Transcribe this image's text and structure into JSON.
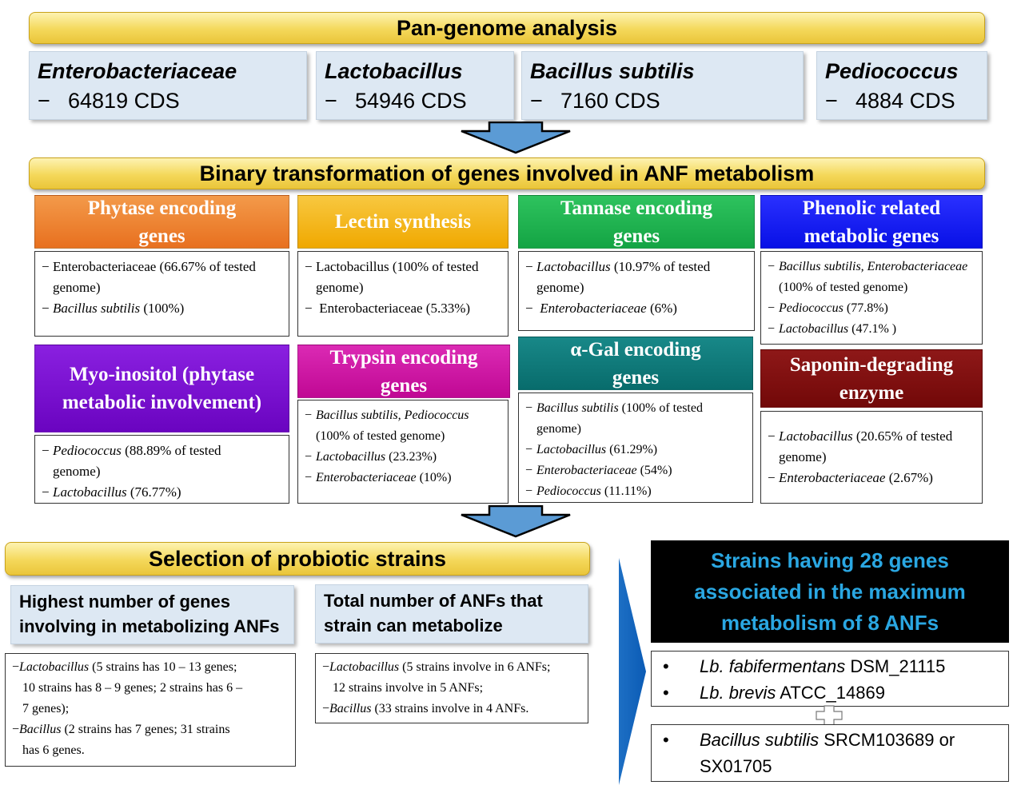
{
  "banners": {
    "pan": "Pan-genome analysis",
    "binary": "Binary transformation of genes involved in ANF metabolism",
    "selection": "Selection of probiotic strains"
  },
  "organisms": [
    {
      "name": "Enterobacteriaceae",
      "dash": "−",
      "cds": "64819 CDS"
    },
    {
      "name": "Lactobacillus",
      "dash": "−",
      "cds": "54946 CDS"
    },
    {
      "name": "Bacillus subtilis",
      "dash": "−",
      "cds": "7160 CDS"
    },
    {
      "name": "Pediococcus",
      "dash": "−",
      "cds": "4884 CDS"
    }
  ],
  "gene_boxes": {
    "phytase": {
      "title": "Phytase encoding genes",
      "color": "#e8701f",
      "items": [
        {
          "org": "Enterobacteriaceae",
          "rest": " (66.67% of tested",
          "cont": "genome)"
        },
        {
          "org": "Bacillus subtilis",
          "rest": " (100%)"
        }
      ]
    },
    "lectin": {
      "title": "Lectin synthesis",
      "color": "#f5b000",
      "items": [
        {
          "org": "Lactobacillus",
          "rest": " (100% of tested",
          "cont": "genome)"
        },
        {
          "org": "Enterobacteriaceae",
          "rest": " (5.33%)"
        }
      ]
    },
    "tannase": {
      "title": "Tannase encoding genes",
      "color": "#1aae4a",
      "items": [
        {
          "org": "Lactobacillus",
          "rest": " (10.97% of tested",
          "cont": "genome)"
        },
        {
          "org": "Enterobacteriaceae",
          "rest": " (6%)"
        }
      ]
    },
    "phenolic": {
      "title": "Phenolic related metabolic genes",
      "color": "#0d14f2",
      "items": [
        {
          "org": "Bacillus subtilis, Enterobacteriaceae",
          "rest": "",
          "cont": "(100% of tested genome)"
        },
        {
          "org": "Pediococcus",
          "rest": " (77.8%)"
        },
        {
          "org": "Lactobacillus",
          "rest": " (47.1% )"
        }
      ]
    },
    "myo": {
      "title": "Myo-inositol (phytase metabolic involvement)",
      "color": "#7208c8",
      "items": [
        {
          "org": "Pediococcus",
          "rest": " (88.89% of tested",
          "cont": "genome)"
        },
        {
          "org": "Lactobacillus",
          "rest": " (76.77%)"
        }
      ]
    },
    "trypsin": {
      "title": "Trypsin encoding genes",
      "color": "#c8109e",
      "items": [
        {
          "org": "Bacillus subtilis, Pediococcus",
          "rest": "",
          "cont": "(100% of tested genome)"
        },
        {
          "org": "Lactobacillus",
          "rest": " (23.23%)"
        },
        {
          "org": "Enterobacteriaceae",
          "rest": " (10%)"
        }
      ]
    },
    "agal": {
      "title": "α-Gal encoding genes",
      "color": "#0c7878",
      "items": [
        {
          "org": "Bacillus subtilis",
          "rest": " (100% of tested",
          "cont": "genome)"
        },
        {
          "org": "Lactobacillus",
          "rest": " (61.29%)"
        },
        {
          "org": "Enterobacteriaceae",
          "rest": " (54%)"
        },
        {
          "org": "Pediococcus",
          "rest": " (11.11%)"
        }
      ]
    },
    "saponin": {
      "title": "Saponin-degrading enzyme",
      "color": "#7d0e0e",
      "items": [
        {
          "org": "Lactobacillus",
          "rest": " (20.65% of tested",
          "cont": "genome)"
        },
        {
          "org": "Enterobacteriaceae",
          "rest": " (2.67%)"
        }
      ]
    }
  },
  "selection": {
    "highest": {
      "title": "Highest number of genes involving in metabolizing ANFs",
      "items": [
        {
          "org": "Lactobacillus",
          "rest": " (5 strains has 10 – 13 genes;",
          "cont": "10 strains has 8 – 9 genes; 2 strains has 6 –",
          "cont2": "7 genes);"
        },
        {
          "org": "Bacillus",
          "rest": " (2 strains has 7 genes; 31 strains",
          "cont": "has 6 genes."
        }
      ]
    },
    "total": {
      "title": "Total number of ANFs that strain can metabolize",
      "items": [
        {
          "org": "Lactobacillus",
          "rest": " (5 strains involve in 6 ANFs;",
          "cont": "12 strains involve in 5 ANFs;"
        },
        {
          "org": "Bacillus",
          "rest": " (33 strains involve in 4 ANFs."
        }
      ]
    }
  },
  "result": {
    "title": "Strains having 28 genes associated in the maximum metabolism of 8 ANFs",
    "strains1": [
      {
        "bullet": "•",
        "species": "Lb. fabifermentans",
        "strain": " DSM_21115"
      },
      {
        "bullet": "•",
        "species": "Lb. brevis",
        "strain": " ATCC_14869"
      }
    ],
    "strains2": [
      {
        "bullet": "•",
        "species": "Bacillus subtilis",
        "strain": " SRCM103689 or SX01705"
      }
    ]
  },
  "colors": {
    "arrow": "#5b9bd5",
    "result_text": "#2aa7e2",
    "banner": "#f4d85a",
    "org_box": "#dde8f3"
  }
}
